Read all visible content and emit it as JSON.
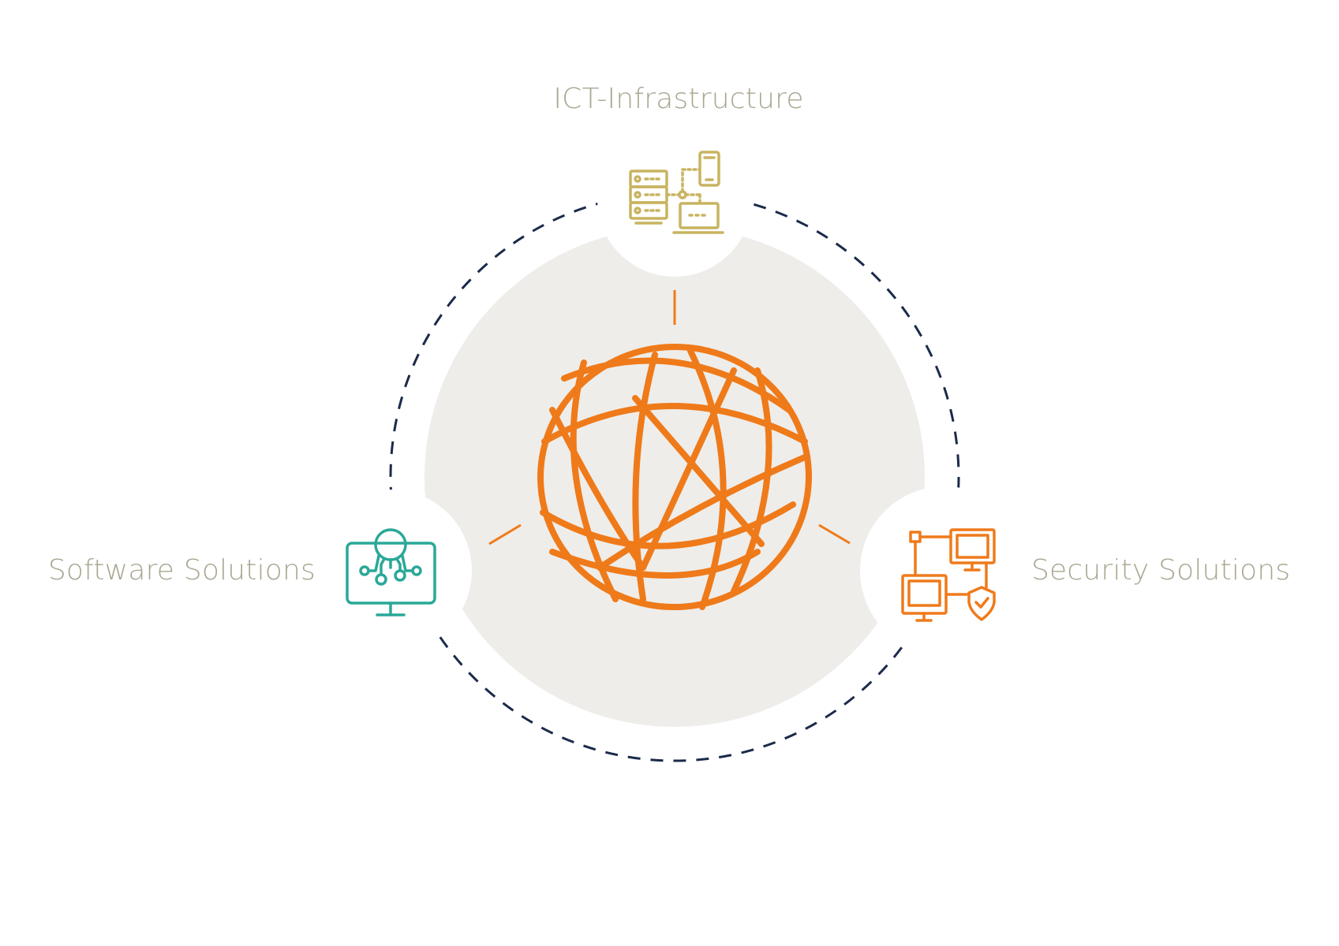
{
  "diagram": {
    "nodes": [
      {
        "id": "ict",
        "label": "ICT-Infrastructure",
        "icon": "server-network-icon",
        "color": "#c8b460"
      },
      {
        "id": "software",
        "label": "Software Solutions",
        "icon": "monitor-circuit-icon",
        "color": "#2aa898"
      },
      {
        "id": "security",
        "label": "Security Solutions",
        "icon": "network-shield-icon",
        "color": "#ef7a1a"
      }
    ],
    "center": {
      "icon": "globe-icon",
      "color": "#ef7a1a"
    }
  },
  "colors": {
    "label_text": "#a9a690",
    "disc_fill": "#eeedea",
    "dashed_ring": "#1b2a4a",
    "spoke": "#ef7a1a"
  }
}
